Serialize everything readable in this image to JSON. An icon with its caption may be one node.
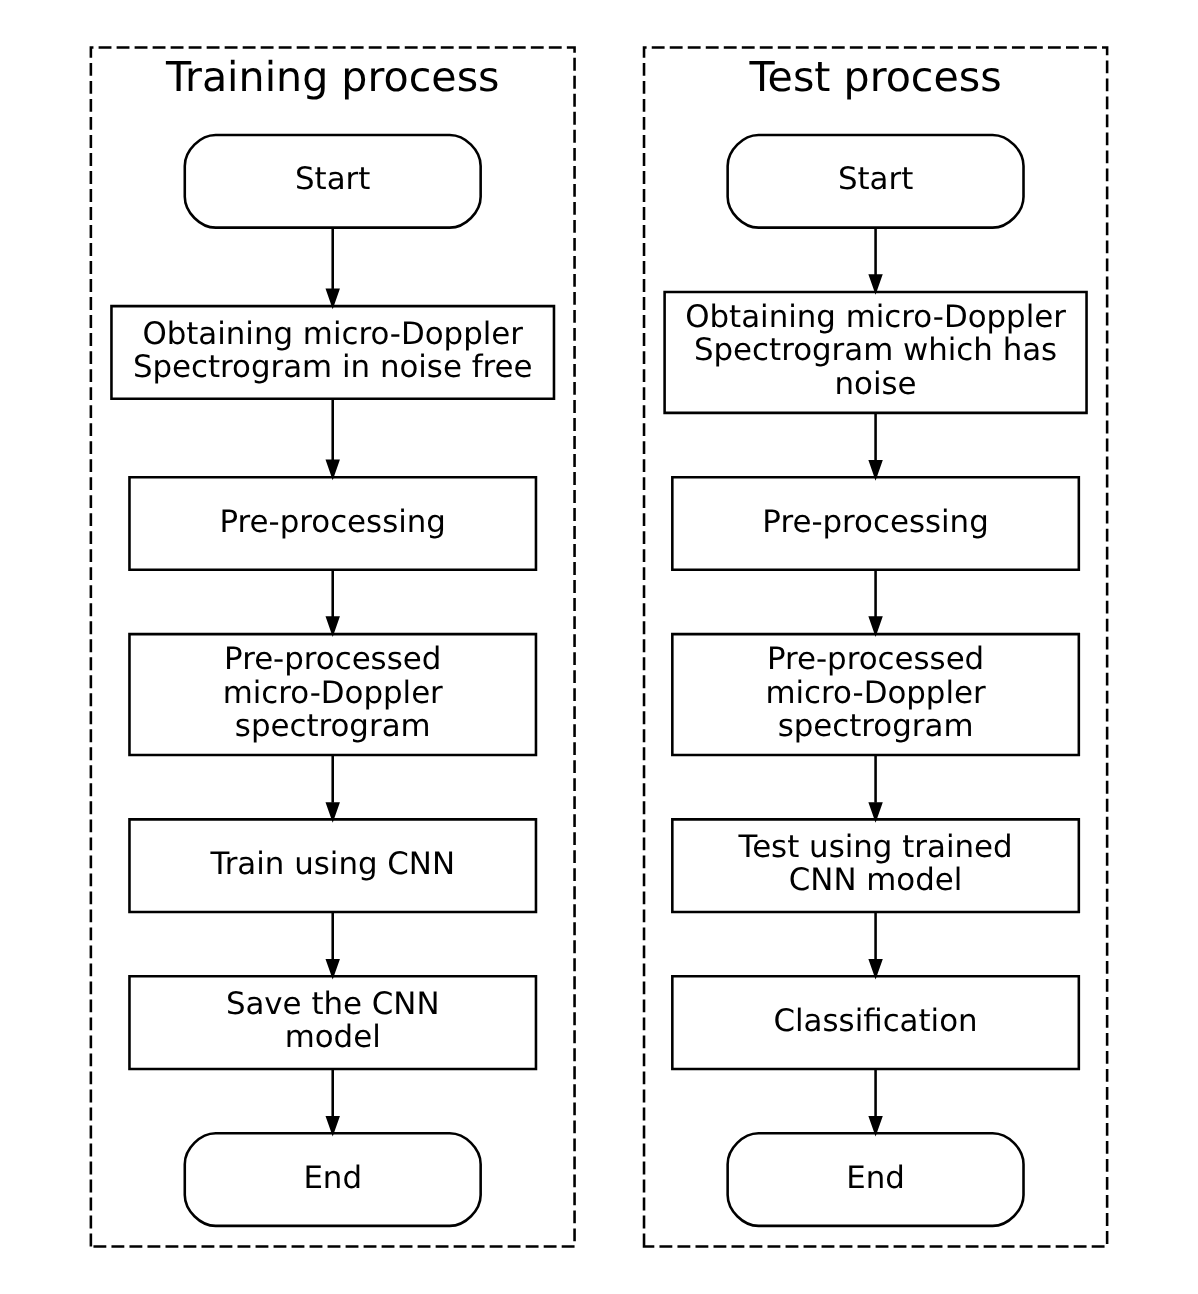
{
  "diagram": {
    "nodes": [
      {
        "text": [
          "Training process"
        ]
      },
      {
        "text": [
          "Start"
        ],
        "in": 0
      },
      {
        "text": [
          "Obtaining micro-Doppler Spectrogram in noise free"
        ],
        "in": 0
      },
      {
        "text": [
          "Pre-processing"
        ],
        "in": 0
      },
      {
        "text": [
          "Pre-processed micro-Doppler spectrogram"
        ],
        "in": 0
      },
      {
        "text": [
          "Train using CNN"
        ],
        "in": 0
      },
      {
        "text": [
          "Save the CNN model"
        ],
        "in": 0
      },
      {
        "text": [
          "End"
        ],
        "in": 0
      },
      {
        "text": [
          "Test process"
        ]
      },
      {
        "text": [
          "Start"
        ],
        "in": 8
      },
      {
        "text": [
          "Obtaining micro-Doppler Spectrogram which has noise"
        ],
        "in": 8
      },
      {
        "text": [
          "Pre-processing"
        ],
        "in": 8
      },
      {
        "text": [
          "Pre-processed micro-Doppler spectrogram"
        ],
        "in": 8
      },
      {
        "text": [
          "Test using trained CNN model"
        ],
        "in": 8
      },
      {
        "text": [
          "Classification"
        ],
        "in": 8
      },
      {
        "text": [
          "End"
        ],
        "in": 8
      }
    ],
    "edges": [
      {
        "from": 1,
        "to": 2,
        "arrow": "to"
      },
      {
        "from": 2,
        "to": 3,
        "arrow": "to"
      },
      {
        "from": 3,
        "to": 4,
        "arrow": "to"
      },
      {
        "from": 4,
        "to": 5,
        "arrow": "to"
      },
      {
        "from": 5,
        "to": 6,
        "arrow": "to"
      },
      {
        "from": 6,
        "to": 7,
        "arrow": "to"
      },
      {
        "from": 9,
        "to": 10,
        "arrow": "to"
      },
      {
        "from": 10,
        "to": 11,
        "arrow": "to"
      },
      {
        "from": 11,
        "to": 12,
        "arrow": "to"
      },
      {
        "from": 12,
        "to": 13,
        "arrow": "to"
      },
      {
        "from": 13,
        "to": 14,
        "arrow": "to"
      },
      {
        "from": 14,
        "to": 15,
        "arrow": "to"
      }
    ]
  }
}
